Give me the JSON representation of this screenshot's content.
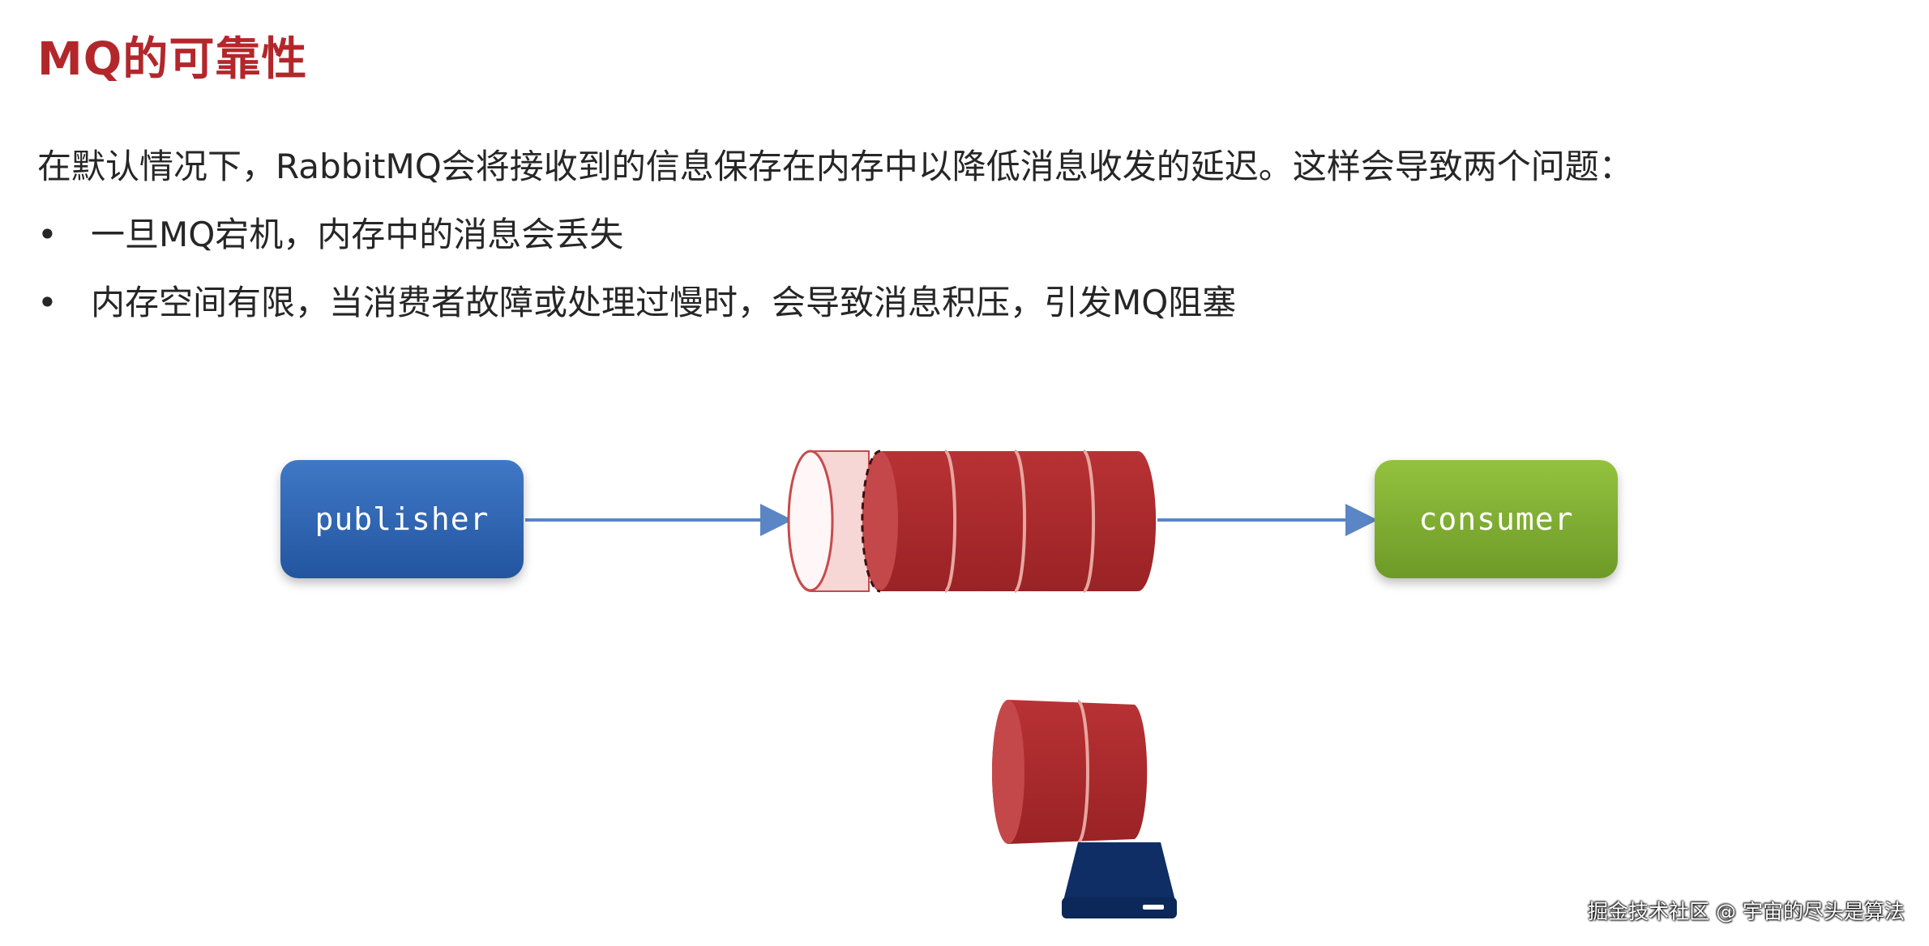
{
  "title": "MQ的可靠性",
  "intro": "在默认情况下，RabbitMQ会将接收到的信息保存在内存中以降低消息收发的延迟。这样会导致两个问题：",
  "bullets": [
    {
      "marker": "•",
      "text": "一旦MQ宕机，内存中的消息会丢失"
    },
    {
      "marker": "•",
      "text": "内存空间有限，当消费者故障或处理过慢时，会导致消息积压，引发MQ阻塞"
    }
  ],
  "diagram": {
    "publisher_label": "publisher",
    "consumer_label": "consumer",
    "colors": {
      "title": "#b3272b",
      "message": "#b0292c",
      "publisher": "#2f65b3",
      "consumer": "#82b234",
      "disk": "#0f2e66",
      "arrow": "#5b86c5"
    }
  },
  "watermark": "掘金技术社区 @ 宇宙的尽头是算法"
}
